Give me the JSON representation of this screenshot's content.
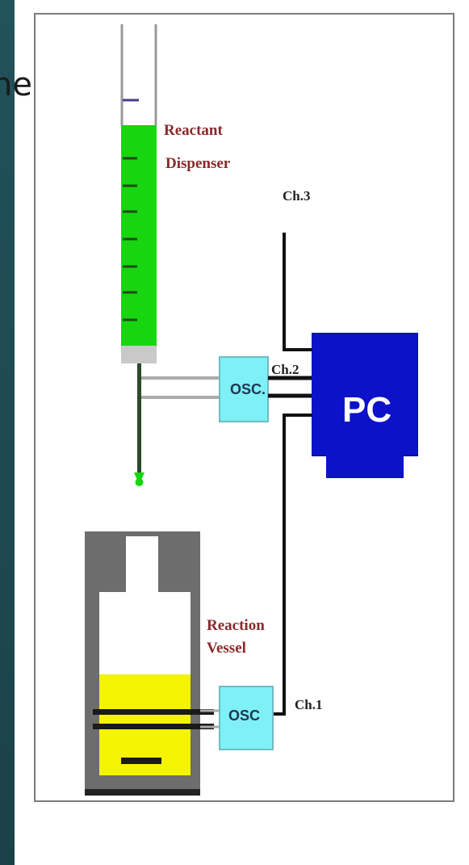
{
  "slide": {
    "title_fragment": "ne"
  },
  "diagram": {
    "dispenser_label_line1": "Reactant",
    "dispenser_label_line2": "Dispenser",
    "vessel_label_line1": "Reaction",
    "vessel_label_line2": "Vessel",
    "osc_top_label": "OSC.",
    "osc_bottom_label": "OSC",
    "pc_label": "PC",
    "ch1_label": "Ch.1",
    "ch2_label": "Ch.2",
    "ch3_label": "Ch.3",
    "colors": {
      "liquid_green": "#17d60f",
      "osc_cyan": "#7ef0f6",
      "pc_blue": "#0b12c8",
      "vessel_yellow": "#f4f400",
      "vessel_gray": "#6d6d6d",
      "label_red": "#8a2a2a"
    }
  }
}
